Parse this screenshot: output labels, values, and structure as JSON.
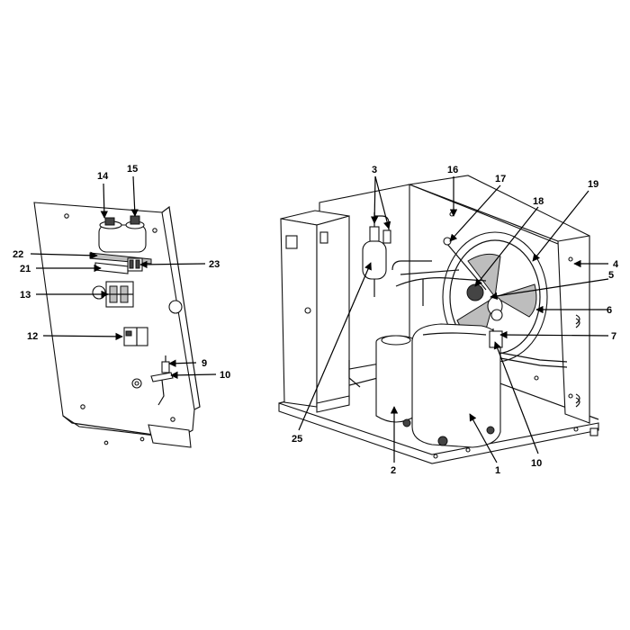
{
  "callouts": {
    "c1": "1",
    "c2": "2",
    "c3": "3",
    "c4": "4",
    "c5": "5",
    "c6": "6",
    "c7": "7",
    "c9": "9",
    "c10a": "10",
    "c10b": "10",
    "c12": "12",
    "c13": "13",
    "c14": "14",
    "c15": "15",
    "c16": "16",
    "c17": "17",
    "c18": "18",
    "c19": "19",
    "c21": "21",
    "c22": "22",
    "c23": "23",
    "c25": "25"
  },
  "colors": {
    "line": "#111111",
    "shade": "#bdbdbd",
    "background": "#ffffff"
  }
}
